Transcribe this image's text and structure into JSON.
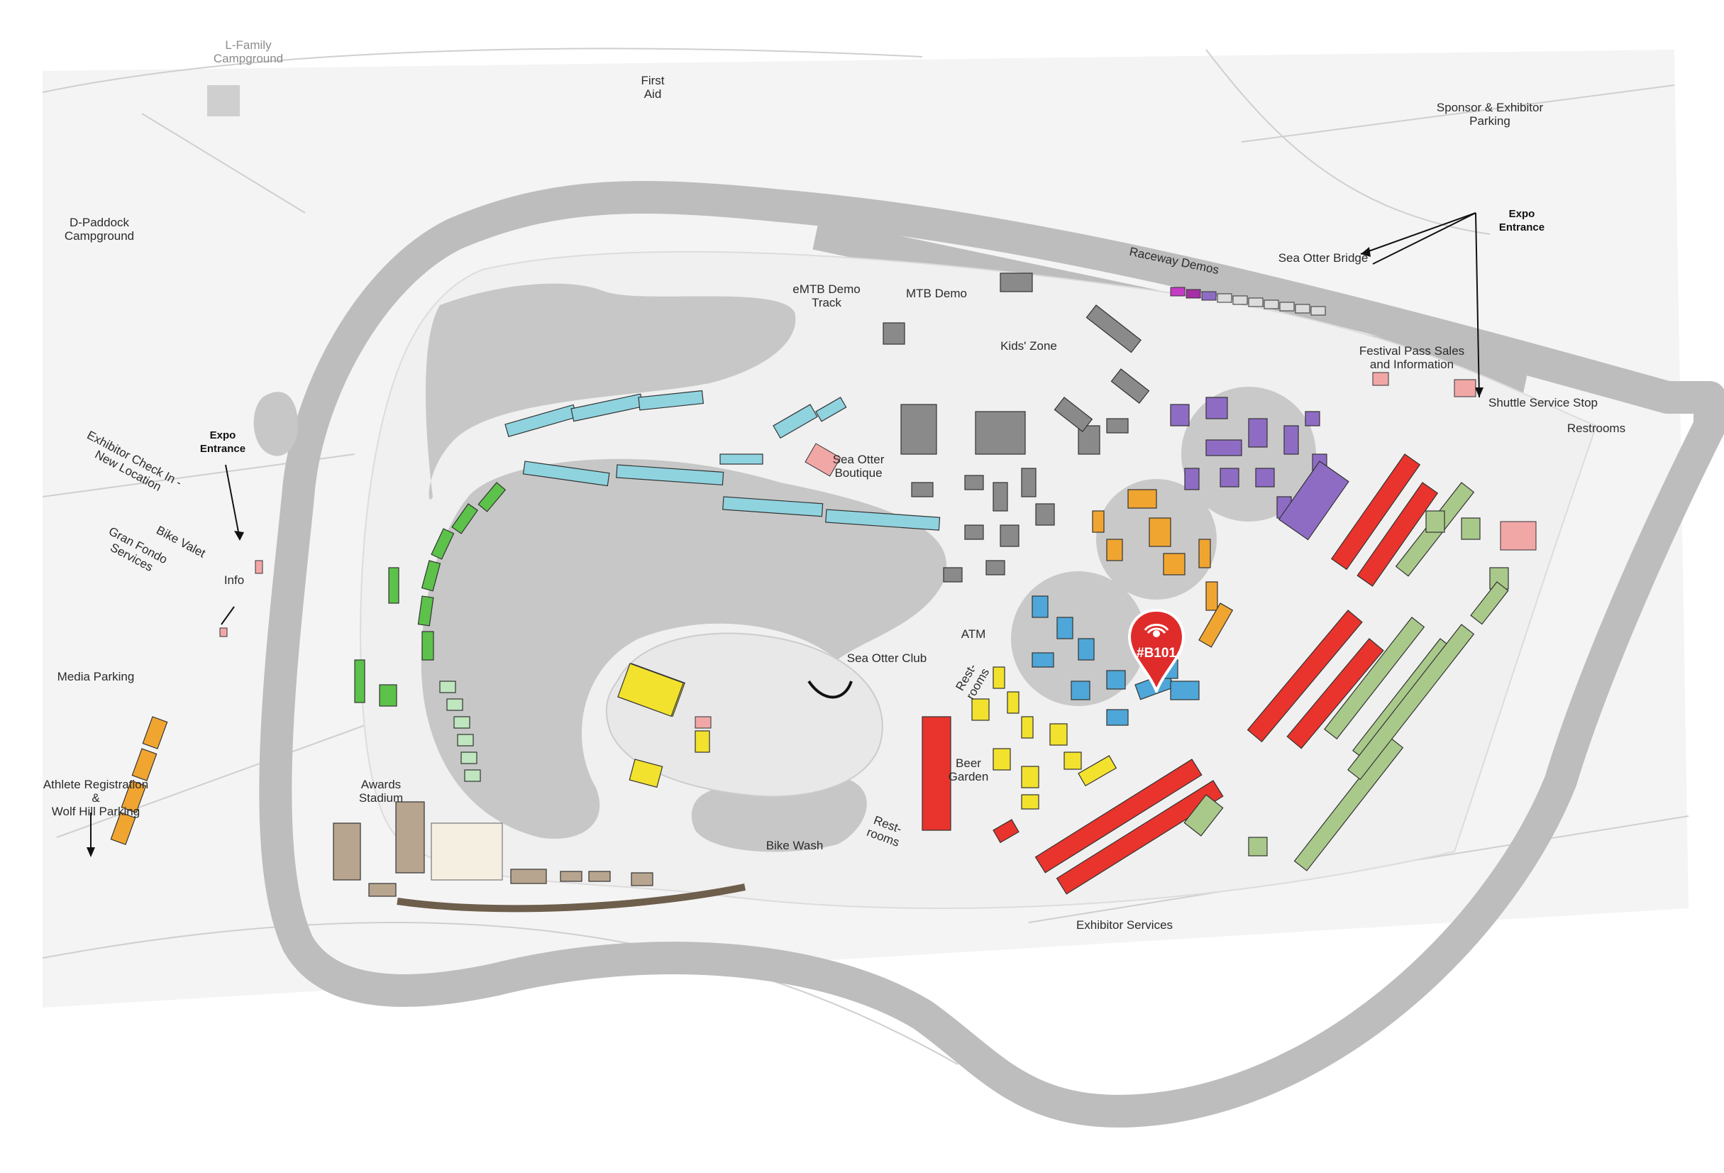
{
  "map": {
    "labels": {
      "l_family": "L-Family\nCampground",
      "first_aid": "First\nAid",
      "sponsor_parking": "Sponsor & Exhibitor\nParking",
      "d_paddock": "D-Paddock\nCampground",
      "expo_entrance_right": "Expo\nEntrance",
      "sea_otter_bridge": "Sea Otter Bridge",
      "raceway_demos": "Raceway Demos",
      "emtb_demo": "eMTB Demo\nTrack",
      "mtb_demo": "MTB Demo",
      "kids_zone": "Kids' Zone",
      "festival_pass": "Festival Pass Sales\nand Information",
      "shuttle_stop": "Shuttle Service Stop",
      "restrooms_right": "Restrooms",
      "expo_entrance_left": "Expo\nEntrance",
      "exhibitor_checkin": "Exhibitor Check In -\nNew Location",
      "bike_valet": "Bike Valet",
      "gran_fondo": "Gran Fondo\nServices",
      "info": "Info",
      "sea_otter_boutique": "Sea Otter\nBoutique",
      "atm": "ATM",
      "sea_otter_club": "Sea Otter Club",
      "restrooms_mid": "Rest-\nrooms",
      "media_parking": "Media Parking",
      "beer_garden": "Beer\nGarden",
      "awards_stadium": "Awards\nStadium",
      "athlete_registration": "Athlete Registration\n&\nWolf Hill Parking",
      "bike_wash": "Bike Wash",
      "restrooms_bottom": "Rest-\nrooms",
      "exhibitor_services": "Exhibitor Services"
    },
    "marker": {
      "label": "#B101",
      "color": "#e02b2b"
    },
    "colors": {
      "track": "#bdbdbd",
      "ground": "#efefef",
      "pond": "#c7c7c7",
      "blue_booths": "#8fd3df",
      "green_booths": "#5cc24a",
      "red_booths": "#e8342c",
      "olive_booths": "#a9c98a",
      "purple_booths": "#8e6cc4",
      "orange_booths": "#f0a531",
      "light_blue_booths": "#4ea7d8",
      "yellow_booths": "#f2e22d",
      "gray_booths": "#8a8a8a",
      "tan_booths": "#b8a58f",
      "magenta_booths": "#c43bc4",
      "pink_booths": "#f2a7a7"
    }
  }
}
